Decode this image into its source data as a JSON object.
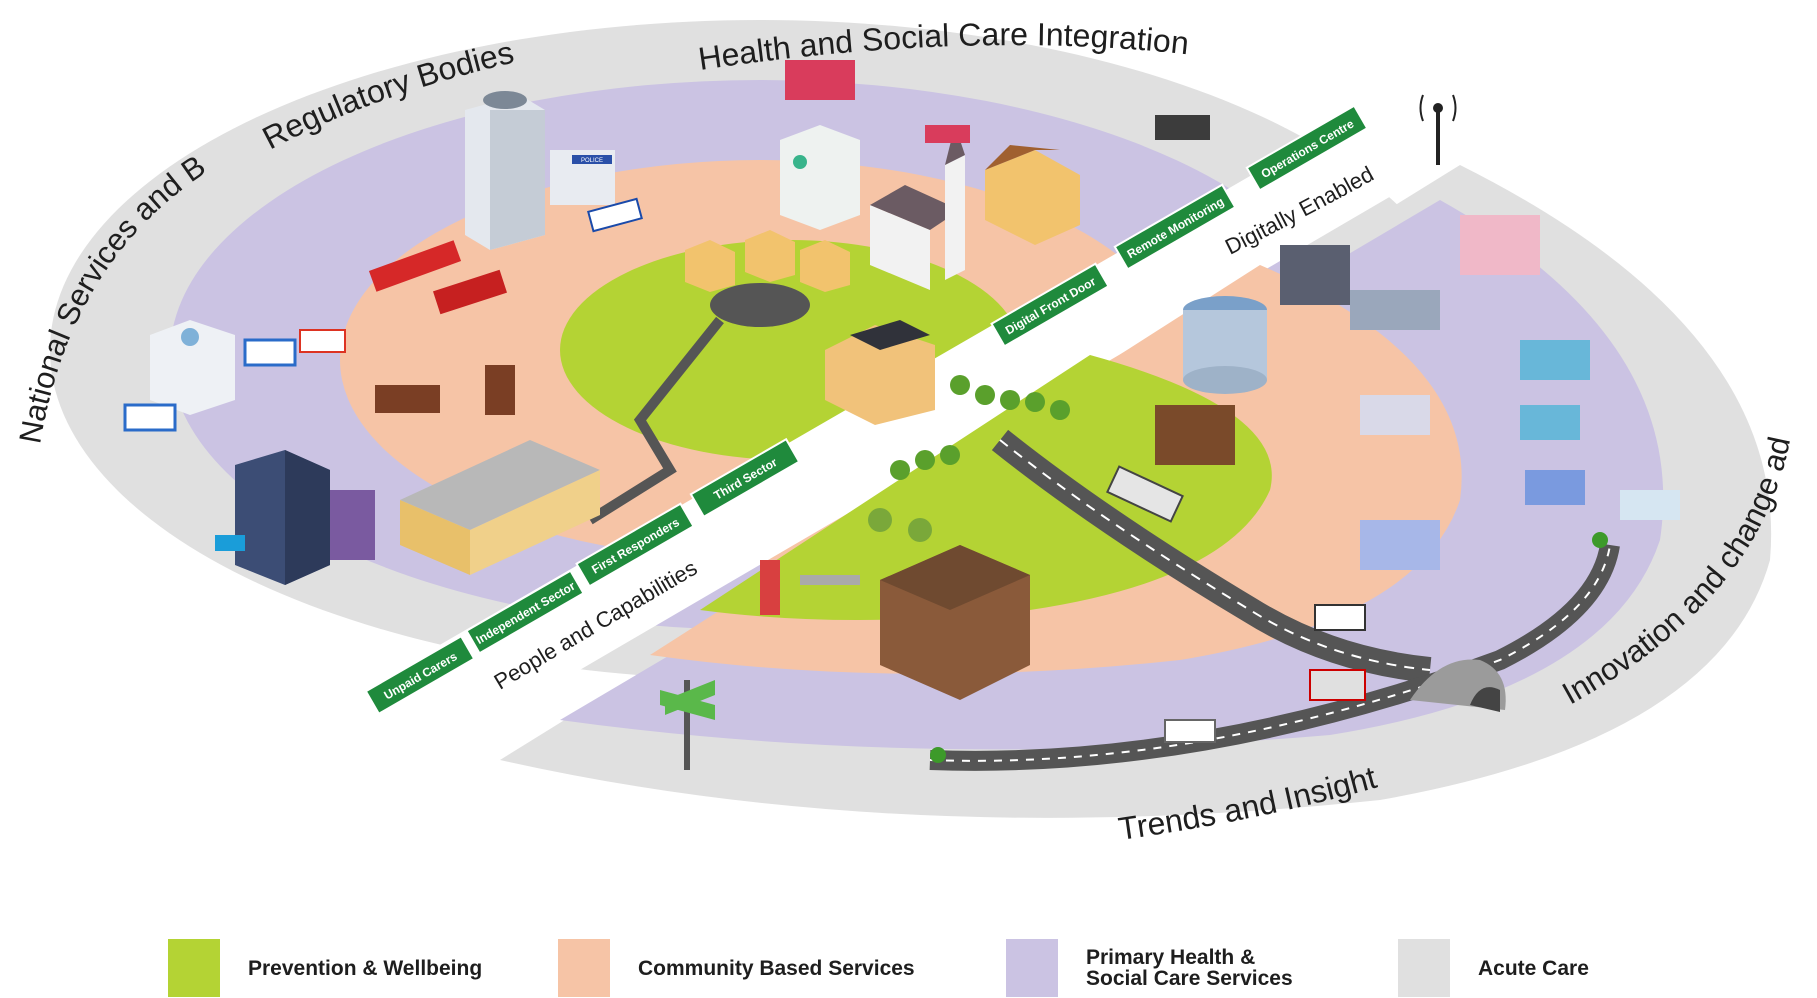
{
  "colors": {
    "prevention": "#b4d334",
    "community": "#f6c4a6",
    "primary": "#cbc3e3",
    "acute": "#e0e0e0",
    "road": "#555555",
    "sign": "#1f8a3c"
  },
  "ring_titles": {
    "top": "Health and Social Care Integration",
    "regulatory": "Regulatory Bodies",
    "national": "National Services and Bodies",
    "innovation": "Innovation and change adoption",
    "trends": "Trends and Insight",
    "people": "People and Capabilities",
    "digital": "Digitally Enabled"
  },
  "signs_left": [
    "Unpaid Carers",
    "Independent Sector",
    "First Responders",
    "Third Sector"
  ],
  "signs_right": [
    "Digital Front Door",
    "Remote Monitoring",
    "Operations Centre"
  ],
  "building_labels": {
    "police": "POLICE"
  },
  "legend": [
    {
      "label": "Prevention & Wellbeing",
      "color": "#b4d334"
    },
    {
      "label": "Community Based Services",
      "color": "#f6c4a6"
    },
    {
      "label": "Primary Health &\nSocial Care Services",
      "color": "#cbc3e3"
    },
    {
      "label": "Acute Care",
      "color": "#e0e0e0"
    }
  ]
}
